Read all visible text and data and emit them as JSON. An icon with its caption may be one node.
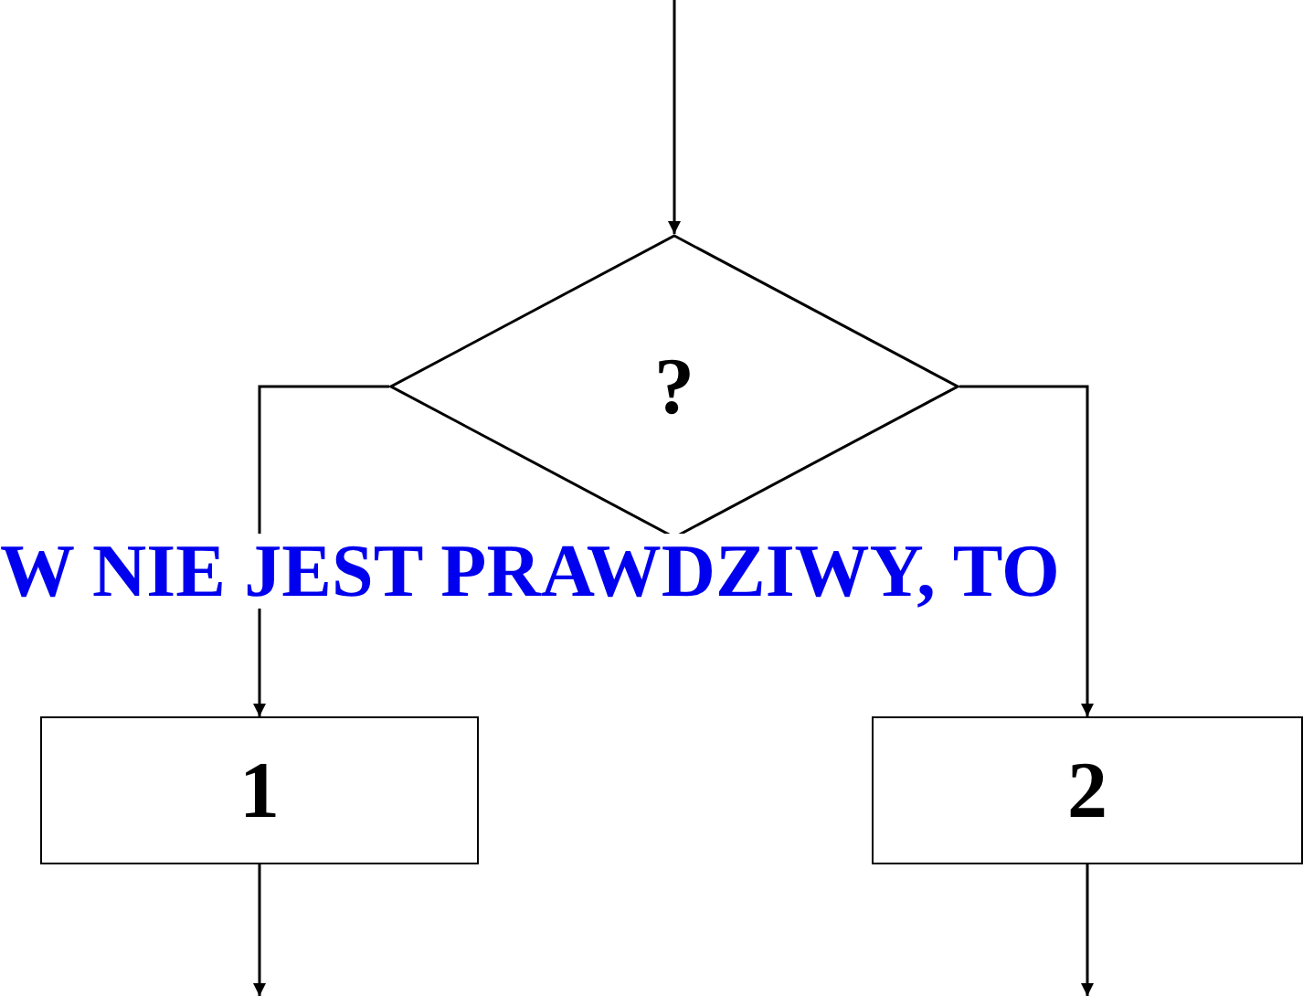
{
  "diagram": {
    "nodes": [
      {
        "text": [
          "?"
        ]
      },
      {
        "text": [
          "1"
        ]
      },
      {
        "text": [
          "2"
        ]
      }
    ],
    "edges": [
      {
        "from": null,
        "to": 0,
        "arrow": "to"
      },
      {
        "from": 0,
        "to": 1,
        "arrow": "to"
      },
      {
        "from": 0,
        "to": 2,
        "arrow": "to"
      },
      {
        "from": 1,
        "to": null,
        "arrow": "to"
      },
      {
        "from": 2,
        "to": null,
        "arrow": "to"
      }
    ],
    "labels": [
      "W NIE JEST PRAWDZIWY, TO"
    ]
  }
}
